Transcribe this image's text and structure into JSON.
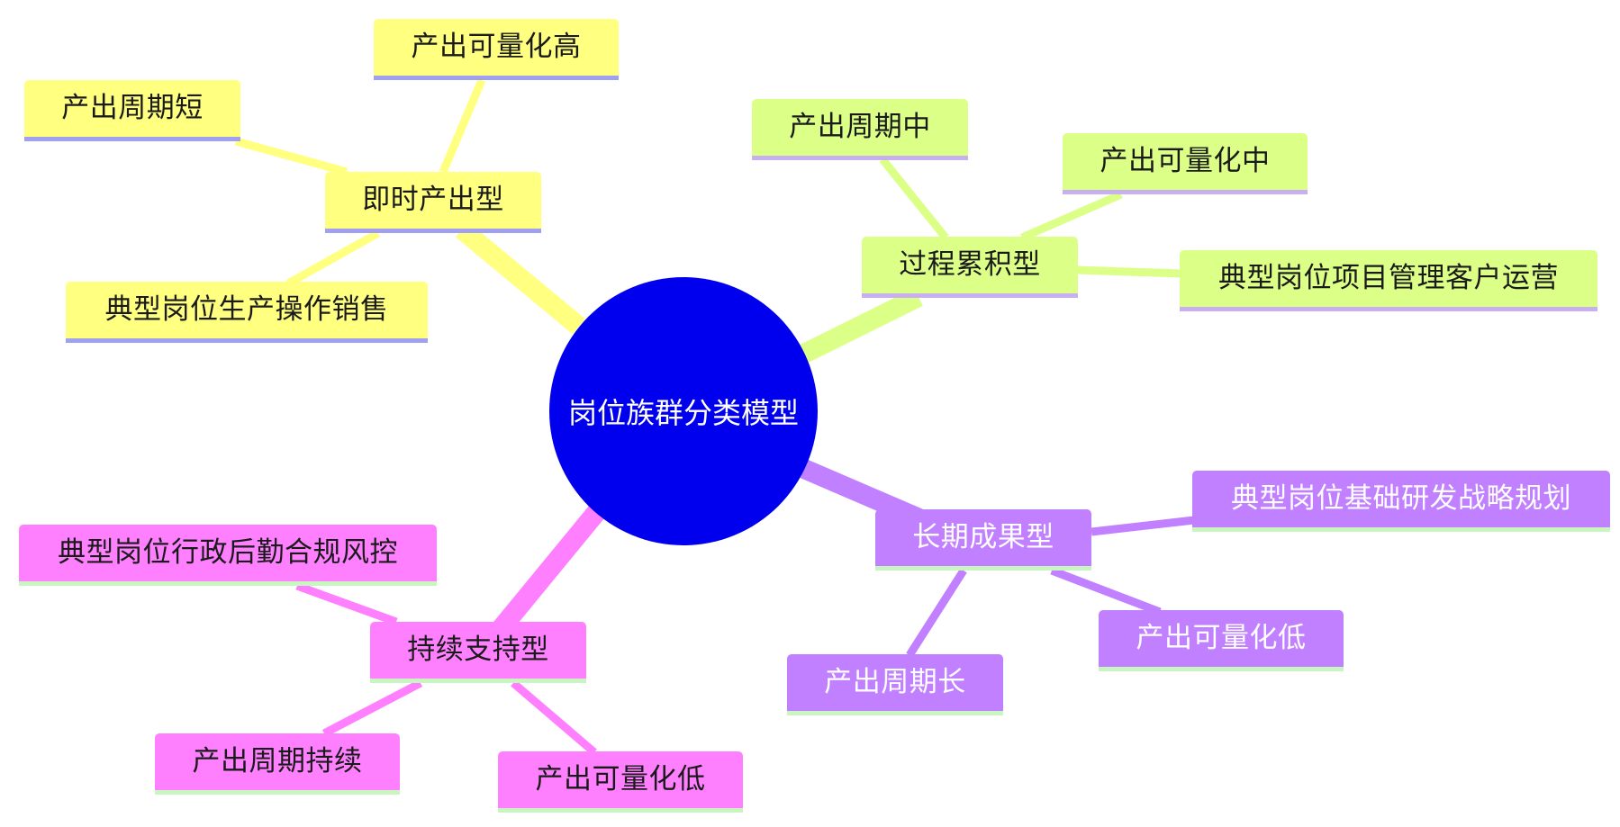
{
  "colors": {
    "center": "#0000ee",
    "yellow": "#ffff80",
    "green": "#dcff88",
    "purple": "#c080ff",
    "pink": "#ff80ff",
    "underline_blue": "#a0a0f0",
    "underline_lilac": "#c8b0f0",
    "underline_green": "#c8f5c0"
  },
  "center": {
    "label": "岗位族群分类模型"
  },
  "branches": [
    {
      "id": "instant",
      "label": "即时产出型",
      "children": [
        {
          "label": "产出可量化高"
        },
        {
          "label": "产出周期短"
        },
        {
          "label": "典型岗位生产操作销售"
        }
      ]
    },
    {
      "id": "process",
      "label": "过程累积型",
      "children": [
        {
          "label": "产出周期中"
        },
        {
          "label": "产出可量化中"
        },
        {
          "label": "典型岗位项目管理客户运营"
        }
      ]
    },
    {
      "id": "longterm",
      "label": "长期成果型",
      "children": [
        {
          "label": "典型岗位基础研发战略规划"
        },
        {
          "label": "产出可量化低"
        },
        {
          "label": "产出周期长"
        }
      ]
    },
    {
      "id": "support",
      "label": "持续支持型",
      "children": [
        {
          "label": "典型岗位行政后勤合规风控"
        },
        {
          "label": "产出周期持续"
        },
        {
          "label": "产出可量化低"
        }
      ]
    }
  ]
}
